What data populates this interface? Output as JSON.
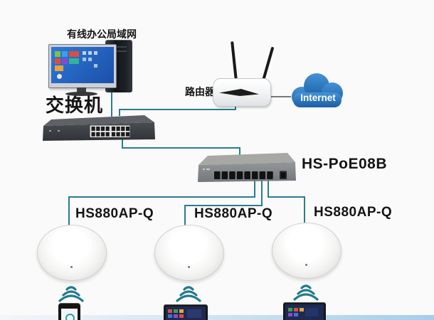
{
  "colors": {
    "cable": "#2a7d8e",
    "cable_internet": "#4a4e52",
    "wifi": "#1f7a8e",
    "cloud_top": "#4492d4",
    "cloud_bottom": "#1c5ea6",
    "label_text": "#141414"
  },
  "nodes": {
    "lan_pc": {
      "label": "有线办公局域网"
    },
    "switch": {
      "label": "交换机"
    },
    "router": {
      "label": "路由器"
    },
    "internet": {
      "label": "Internet"
    },
    "poe_switch": {
      "label": "HS-PoE08B"
    },
    "access_points": [
      {
        "label": "HS880AP-Q"
      },
      {
        "label": "HS880AP-Q"
      },
      {
        "label": "HS880AP-Q"
      }
    ]
  }
}
